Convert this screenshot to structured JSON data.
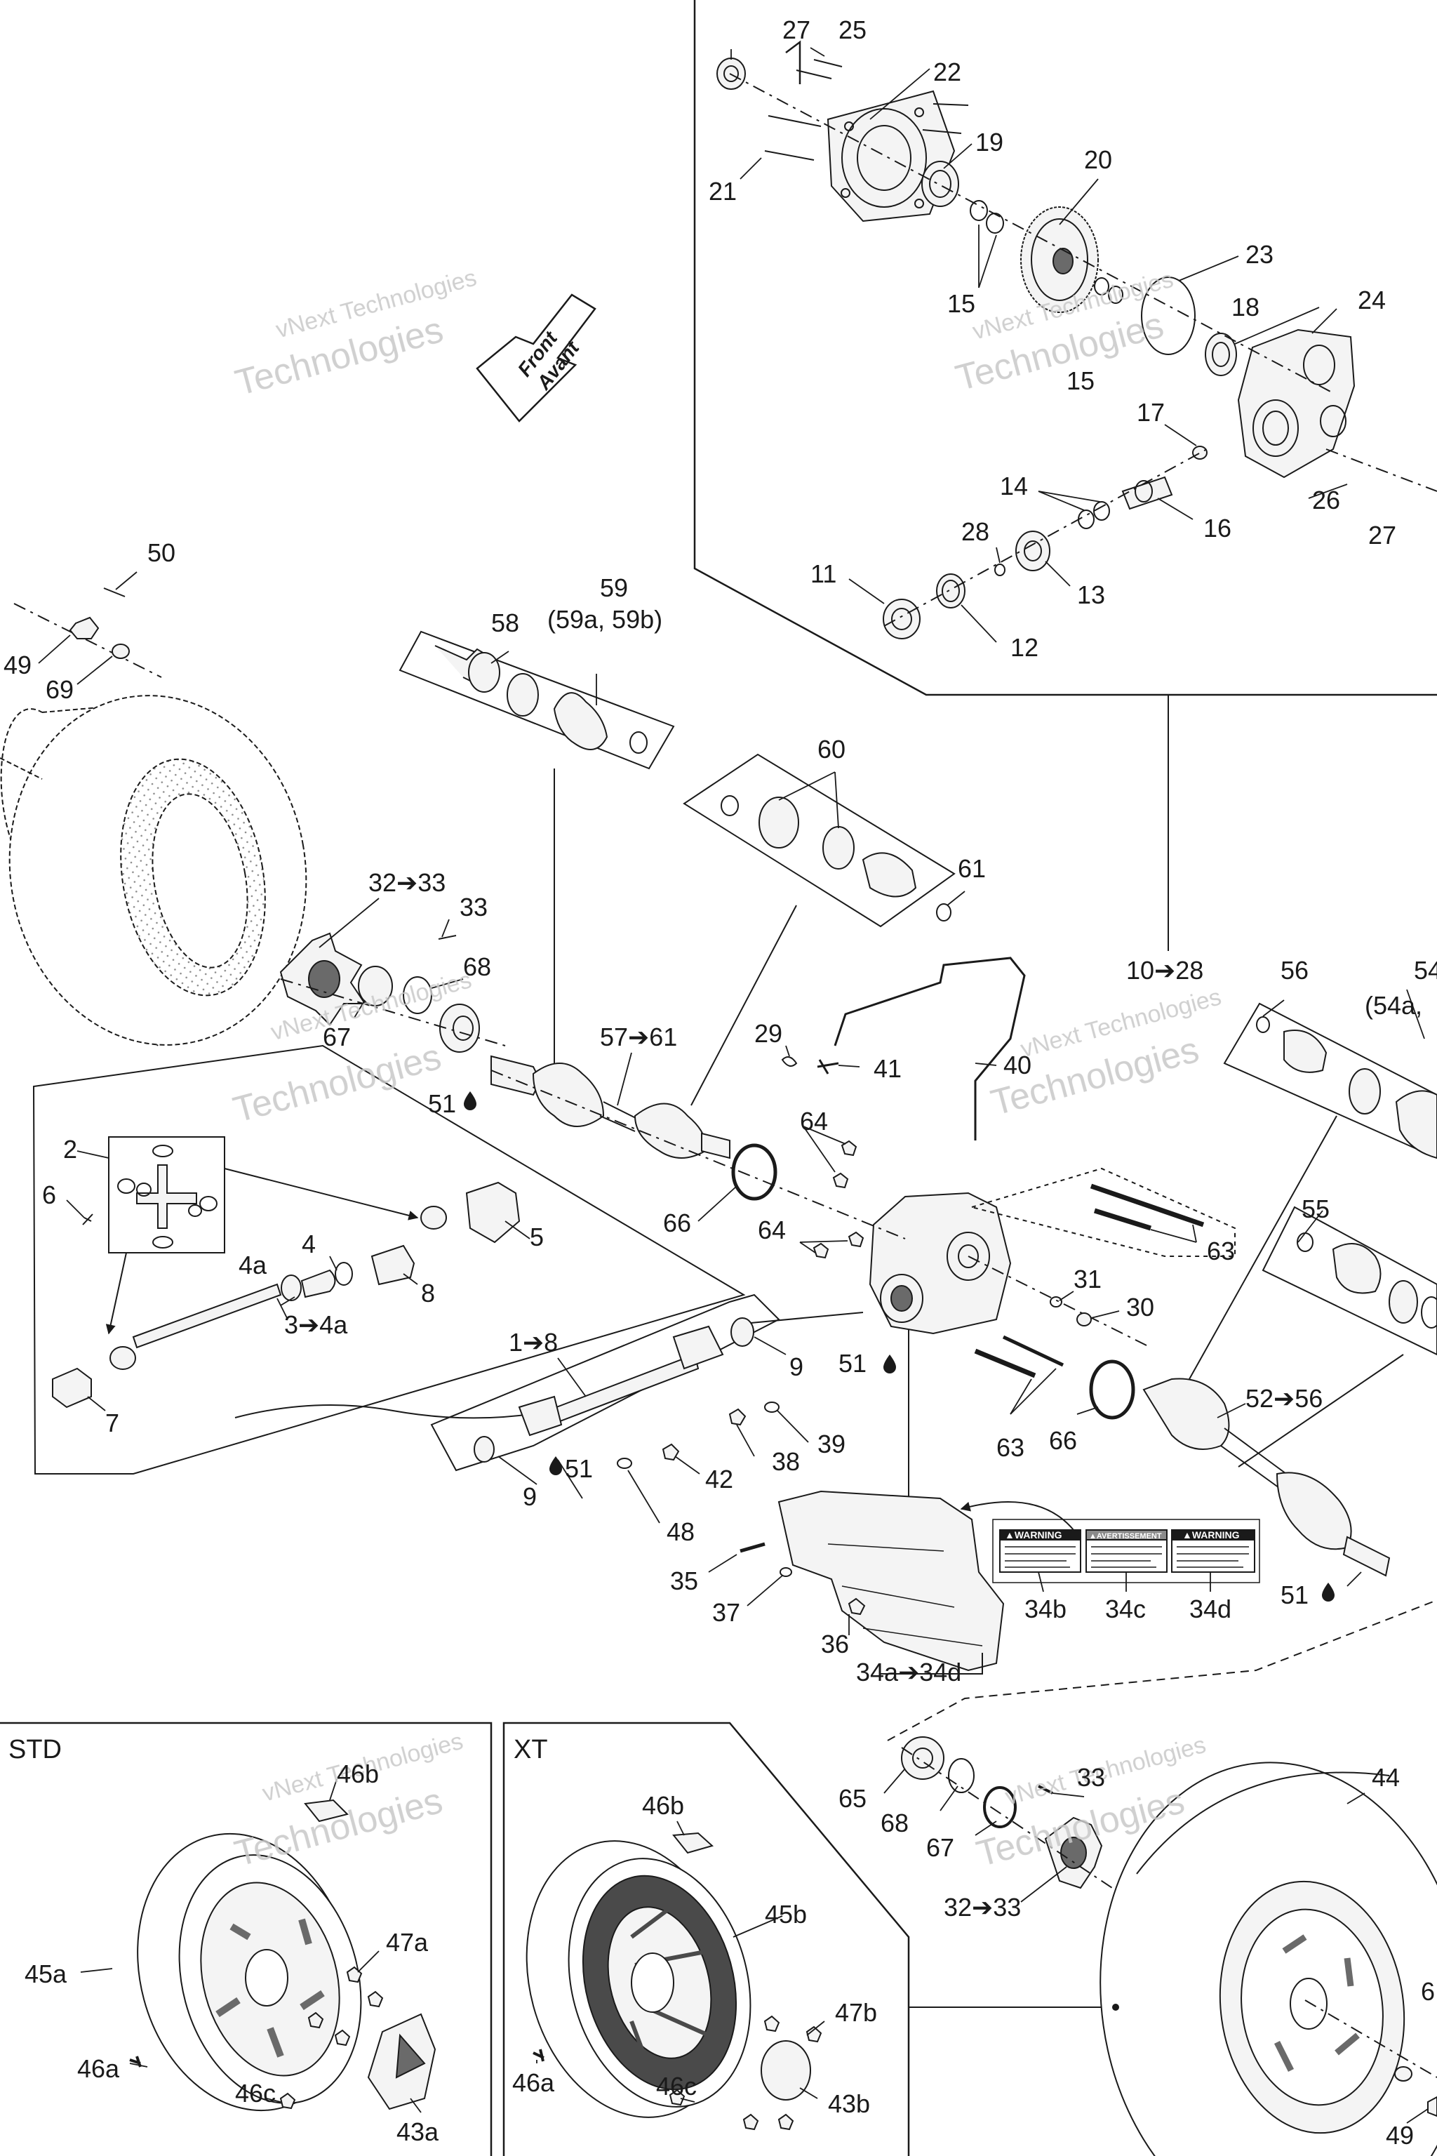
{
  "watermark": {
    "line1": "vNext Technologies",
    "line2": "Technologies"
  },
  "front_arrow": {
    "line1": "Front",
    "line2": "Avant"
  },
  "panels": {
    "std": "STD",
    "xt": "XT"
  },
  "callouts": {
    "c27a": "27",
    "c25": "25",
    "c22": "22",
    "c19": "19",
    "c21": "21",
    "c20": "20",
    "c15a": "15",
    "c15b": "15",
    "c23": "23",
    "c18": "18",
    "c24": "24",
    "c17": "17",
    "c14": "14",
    "c16": "16",
    "c26": "26",
    "c27b": "27",
    "c28": "28",
    "c11": "11",
    "c13": "13",
    "c12": "12",
    "c50": "50",
    "c49a": "49",
    "c69a": "69",
    "c59": "59",
    "c59ab": "(59a, 59b)",
    "c58": "58",
    "c60": "60",
    "c61": "61",
    "c32_33a": "32➔33",
    "c33a": "33",
    "c68a": "68",
    "c67a": "67",
    "c51a": "51",
    "c57_61": "57➔61",
    "c29": "29",
    "c41": "41",
    "c40": "40",
    "c10_28": "10➔28",
    "c56": "56",
    "c54": "54",
    "c54ab": "(54a,",
    "c55": "55",
    "c2": "2",
    "c6": "6",
    "c5": "5",
    "c4a": "4a",
    "c4": "4",
    "c8a": "8",
    "c3_4a": "3➔4a",
    "c7": "7",
    "c64a": "64",
    "c64b": "64",
    "c66a": "66",
    "c63a": "63",
    "c31": "31",
    "c30": "30",
    "c51b": "51",
    "c63b": "63",
    "c66b": "66",
    "c52_56": "52➔56",
    "c1_8": "1➔8",
    "c9a": "9",
    "c39": "39",
    "c38": "38",
    "c42": "42",
    "c51c": "51",
    "c9b": "9",
    "c48": "48",
    "c35": "35",
    "c37": "37",
    "c36": "36",
    "c34b": "34b",
    "c34c": "34c",
    "c34d": "34d",
    "c34a_34d": "34a➔34d",
    "c51d": "51",
    "c46b_std": "46b",
    "c47a": "47a",
    "c45a": "45a",
    "c46a_std": "46a",
    "c46c_std": "46c",
    "c43a": "43a",
    "c46b_xt": "46b",
    "c45b": "45b",
    "c47b": "47b",
    "c46a_xt": "46a",
    "c46c_xt": "46c",
    "c43b": "43b",
    "c65": "65",
    "c68b": "68",
    "c33b": "33",
    "c67b": "67",
    "c32_33b": "32➔33",
    "c44": "44",
    "c69b": "6",
    "c49b": "49"
  },
  "warning_labels": {
    "l1": "▲WARNING",
    "l2": "▲AVERTISSEMENT",
    "l3": "▲WARNING"
  },
  "colors": {
    "line": "#1a1a1a",
    "watermark": "#c8c8c8",
    "part_fill": "#f4f4f4",
    "part_dark": "#6a6a6a"
  }
}
